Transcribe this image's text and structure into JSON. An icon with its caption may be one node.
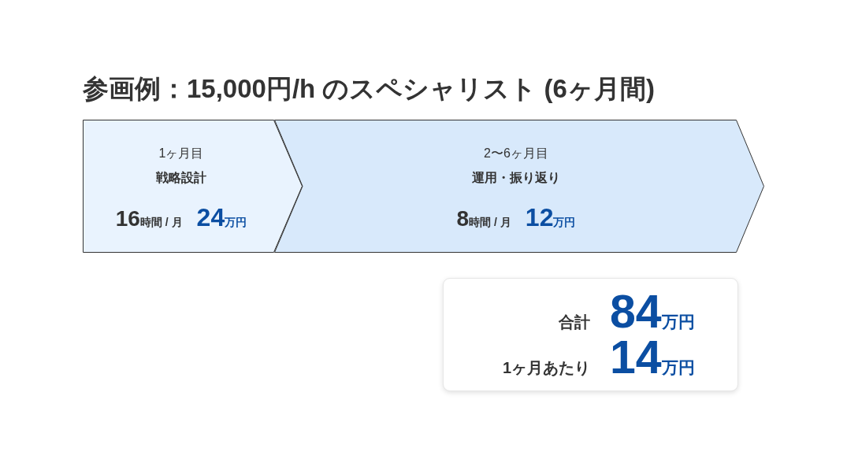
{
  "diagram": {
    "title": "参画例：15,000円/h のスペシャリスト (6ヶ月間)",
    "nodes": [
      {
        "text": [
          "1ヶ月目",
          "戦略設計",
          "16時間 / 月",
          "24万円"
        ]
      },
      {
        "text": [
          "2〜6ヶ月目",
          "運用・振り返り",
          "8時間 / 月",
          "12万円"
        ]
      },
      {
        "text": [
          "合計",
          "84万円",
          "1ヶ月あたり",
          "14万円"
        ]
      }
    ]
  }
}
